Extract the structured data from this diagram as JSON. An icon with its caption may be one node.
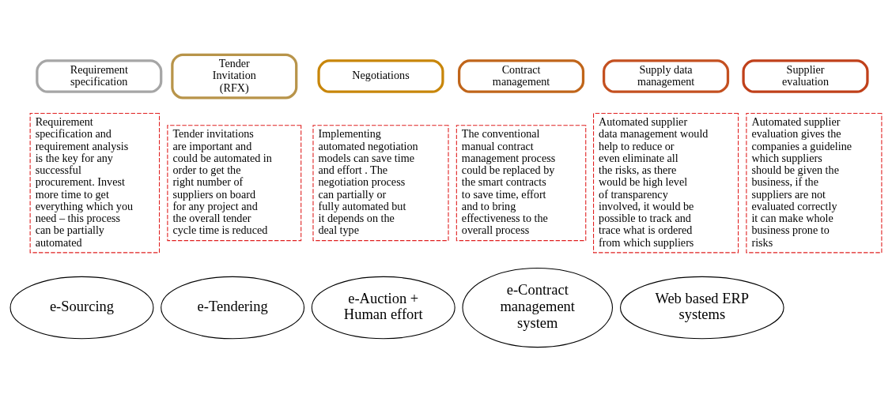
{
  "diagram": {
    "nodes": [
      {
        "text": [
          "Requirement specification"
        ]
      },
      {
        "text": [
          "Tender Invitation (RFX)"
        ]
      },
      {
        "text": [
          "Negotiations"
        ]
      },
      {
        "text": [
          "Contract management"
        ]
      },
      {
        "text": [
          "Supply data management"
        ]
      },
      {
        "text": [
          "Supplier evaluation"
        ]
      },
      {
        "text": [
          "Requirement specification and requirement analysis is the key for any successful procurement. Invest more time to get everything which you need – this process can be partially automated"
        ]
      },
      {
        "text": [
          "Tender invitations are important and could be automated in order to get the right number of suppliers on board for any project and the overall tender cycle time is reduced"
        ]
      },
      {
        "text": [
          "Implementing automated negotiation models can save time and effort . The negotiation process can partially or fully automated but it depends on the deal type"
        ]
      },
      {
        "text": [
          "The conventional manual contract management process could be replaced by the smart contracts to save time, effort and to bring effectiveness to the overall process"
        ]
      },
      {
        "text": [
          "Automated supplier data management would help to reduce or even eliminate all the risks, as there would be high level of transparency involved, it would be possible to track and trace what is ordered from which suppliers"
        ]
      },
      {
        "text": [
          "Automated supplier evaluation gives the companies a guideline which suppliers should be given the business, if the suppliers are not evaluated correctly it can make whole business prone to risks"
        ]
      },
      {
        "text": [
          "e-Sourcing"
        ]
      },
      {
        "text": [
          "e-Tendering"
        ]
      },
      {
        "text": [
          "e-Auction + Human effort"
        ]
      },
      {
        "text": [
          "e-Contract management system"
        ]
      },
      {
        "text": [
          "Web based ERP systems"
        ]
      }
    ]
  }
}
